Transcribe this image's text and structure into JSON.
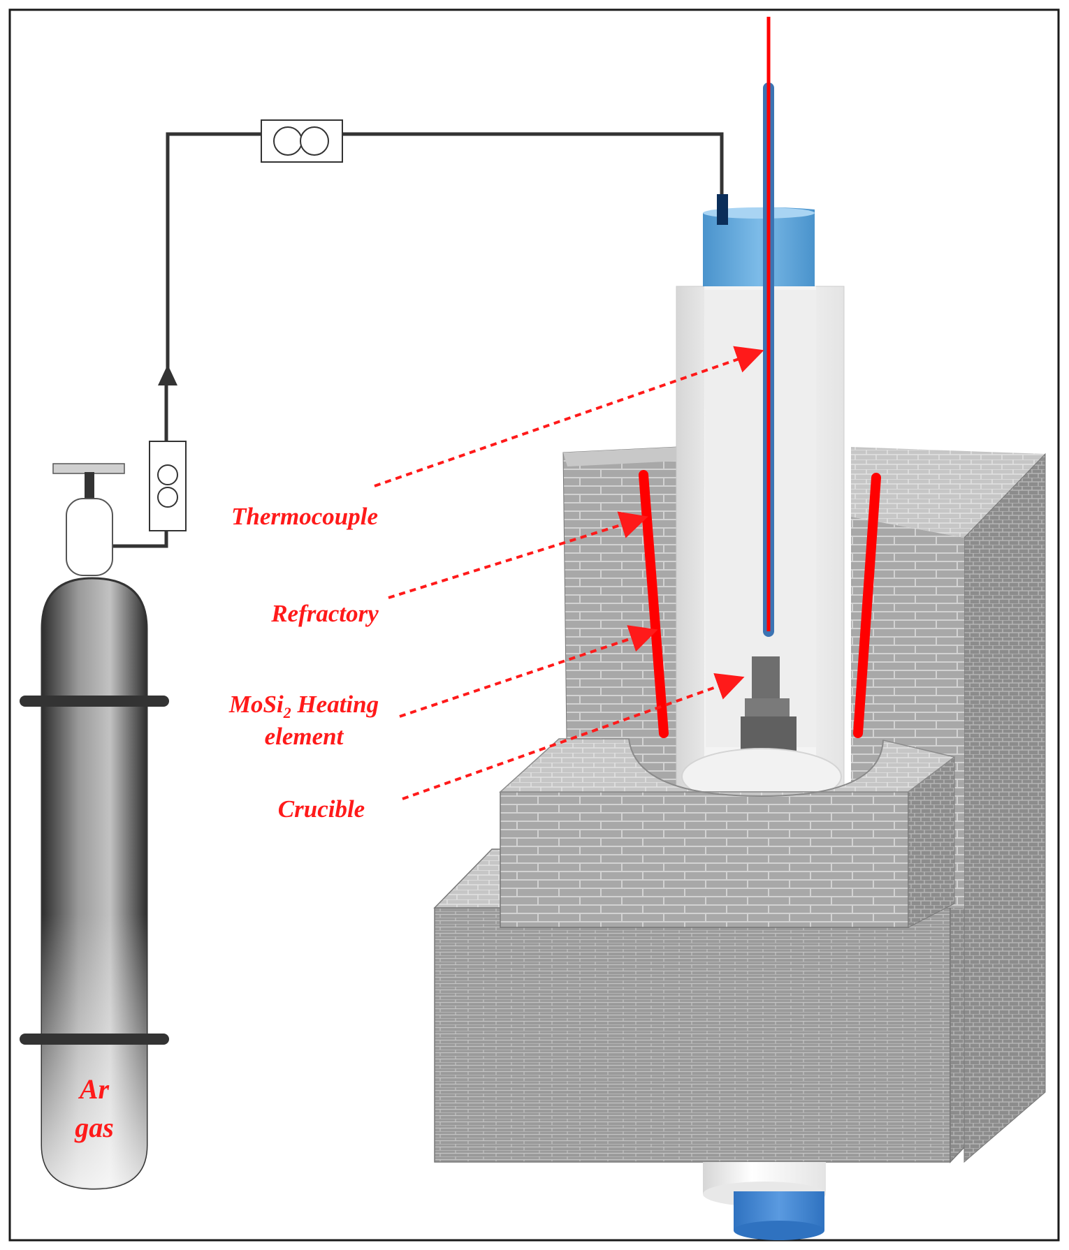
{
  "labels": {
    "thermocouple": "Thermocouple",
    "refractory": "Refractory",
    "heating_pre": "MoSi",
    "heating_sub": "2",
    "heating_post": " Heating",
    "heating_line2": "element",
    "crucible": "Crucible",
    "gas_line1": "Ar",
    "gas_line2": "gas"
  },
  "colors": {
    "label_red": "#ff1a1a",
    "heater_red": "#ff0000",
    "pipe": "#333333",
    "tube_blue": "#5ea8dd",
    "brick": "#a9a9a9",
    "cylinder_dark": "#505050"
  },
  "icons": {
    "flowmeter": "double-circle-gauge",
    "valve": "cylinder-valve-handle",
    "arrow": "flow-direction-arrow"
  }
}
